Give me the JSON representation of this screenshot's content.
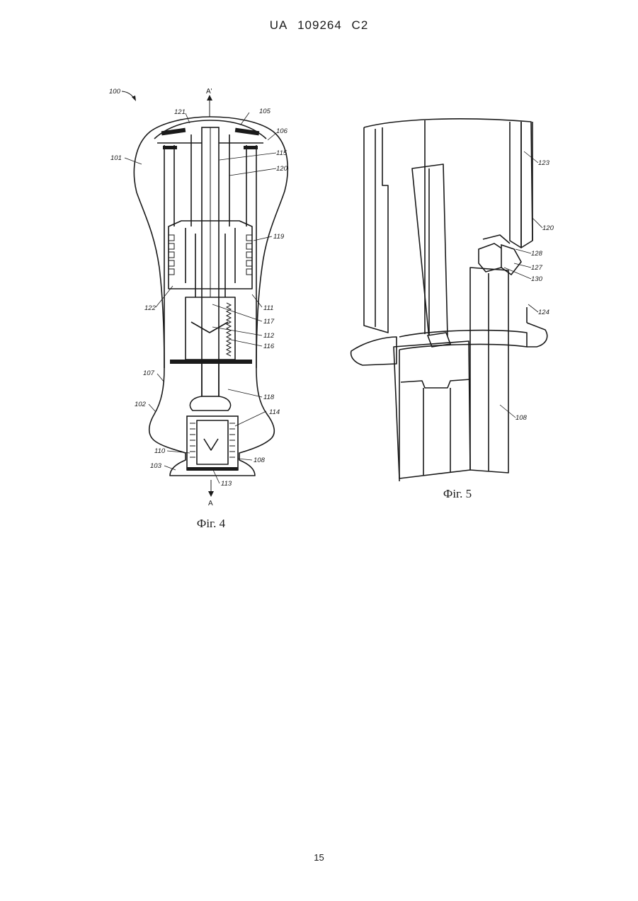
{
  "header": {
    "country": "UA",
    "number": "109264",
    "kind": "C2"
  },
  "page_number": "15",
  "figure4": {
    "caption": "Фіг. 4",
    "axis_top": "A'",
    "axis_bottom": "A",
    "labels": {
      "l100": "100",
      "l121": "121",
      "l105": "105",
      "l106": "106",
      "l101": "101",
      "l115": "115",
      "l120": "120",
      "l119": "119",
      "l122": "122",
      "l111": "111",
      "l117": "117",
      "l112": "112",
      "l116": "116",
      "l107": "107",
      "l118": "118",
      "l102": "102",
      "l114": "114",
      "l110": "110",
      "l108": "108",
      "l103": "103",
      "l113": "113"
    }
  },
  "figure5": {
    "caption": "Фіг. 5",
    "labels": {
      "l123": "123",
      "l120": "120",
      "l128": "128",
      "l127": "127",
      "l130": "130",
      "l124": "124",
      "l108": "108"
    }
  }
}
